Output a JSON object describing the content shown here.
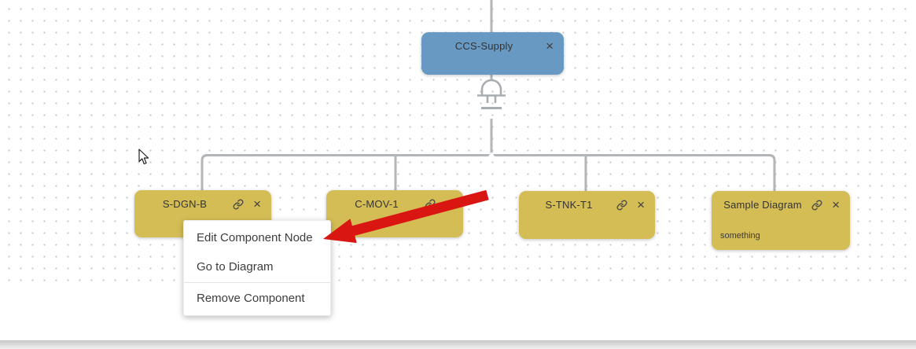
{
  "colors": {
    "blue_node": "#6899c3",
    "yellow_node": "#d5bd55",
    "connector_gray": "#b3b6b9",
    "arrow_red": "#da1612",
    "grid_dot": "#c7cacc"
  },
  "icons": {
    "close": "×",
    "link": "link-icon",
    "gate": "and-gate-icon",
    "cursor": "mouse-pointer"
  },
  "tree": {
    "root": {
      "label": "CCS-Supply"
    },
    "children": [
      {
        "label": "S-DGN-B"
      },
      {
        "label": "C-MOV-1"
      },
      {
        "label": "S-TNK-T1"
      },
      {
        "label": "Sample Diagram",
        "sublabel": "something"
      }
    ]
  },
  "context_menu": {
    "items": [
      "Edit Component Node",
      "Go to Diagram",
      "Remove Component"
    ]
  }
}
